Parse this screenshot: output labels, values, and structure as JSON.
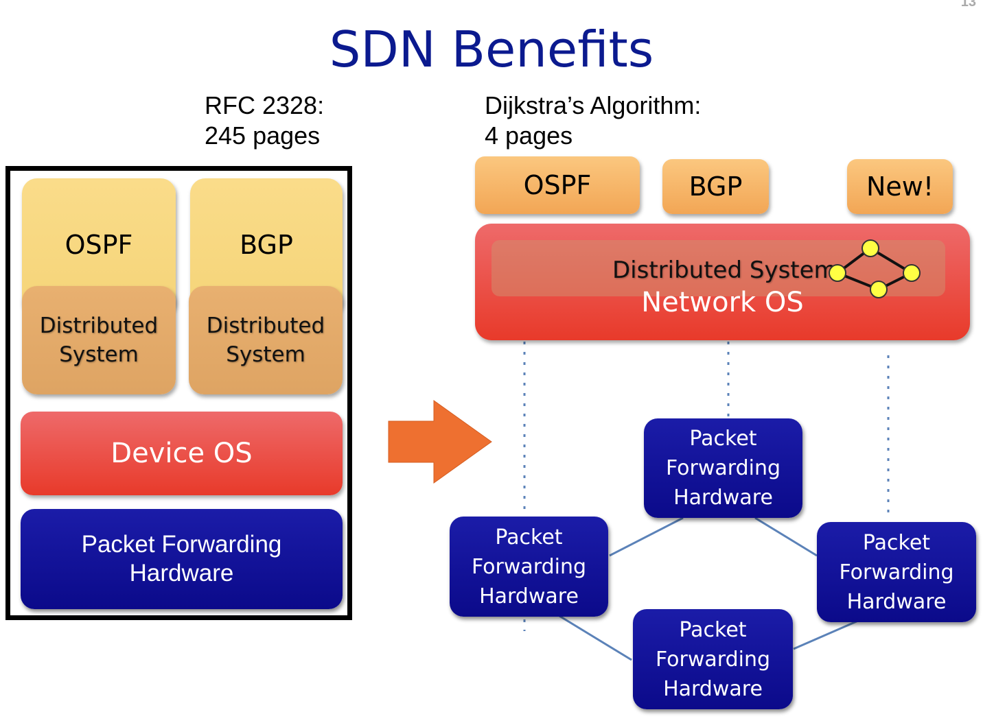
{
  "slide_number": "13",
  "title": "SDN Benefits",
  "left_caption": "RFC 2328:\n245 pages",
  "right_caption": "Dijkstra’s Algorithm:\n4 pages",
  "left": {
    "ospf": "OSPF",
    "bgp": "BGP",
    "distributed_system_1": "Distributed\nSystem",
    "distributed_system_2": "Distributed\nSystem",
    "device_os": "Device OS",
    "hardware": "Packet Forwarding\nHardware"
  },
  "right": {
    "apps": [
      "OSPF",
      "BGP",
      "New!"
    ],
    "distributed_system": "Distributed System",
    "network_os": "Network OS",
    "nodes": [
      "Packet\nForwarding\nHardware",
      "Packet\nForwarding\nHardware",
      "Packet\nForwarding\nHardware",
      "Packet\nForwarding\nHardware"
    ]
  },
  "colors": {
    "title": "#0b1a8f",
    "arrow": "#ee7030",
    "link": "#5b82b8",
    "node": "#0b0a8a",
    "os": "#e83a2a"
  }
}
